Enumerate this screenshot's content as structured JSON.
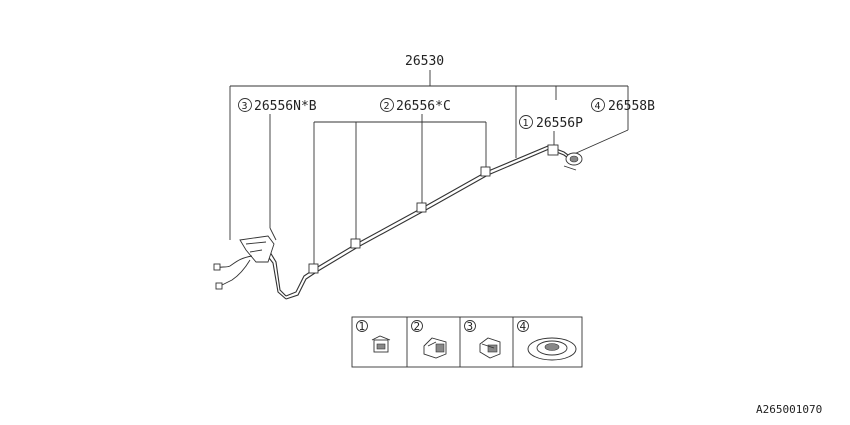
{
  "main_part": "26530",
  "callouts": [
    {
      "circle": "3",
      "part": "26556N*B"
    },
    {
      "circle": "2",
      "part": "26556*C"
    },
    {
      "circle": "1",
      "part": "26556P"
    },
    {
      "circle": "4",
      "part": "26558B"
    }
  ],
  "legend": [
    {
      "circle": "1",
      "icon": "clip-type-1-icon"
    },
    {
      "circle": "2",
      "icon": "clip-type-2-icon"
    },
    {
      "circle": "3",
      "icon": "clip-type-3-icon"
    },
    {
      "circle": "4",
      "icon": "grommet-icon"
    }
  ],
  "diagram_code": "A265001070"
}
